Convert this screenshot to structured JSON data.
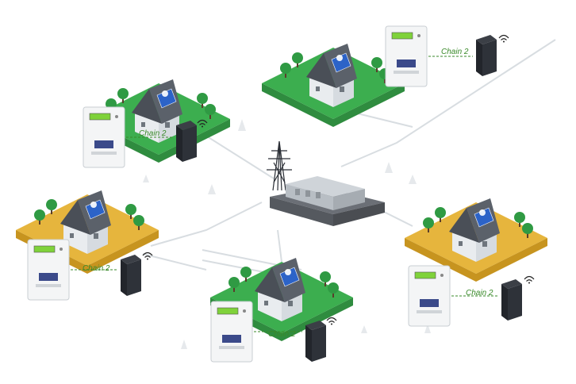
{
  "scene": {
    "colors": {
      "grass": "#3cae4f",
      "grass_dark": "#2f8c3f",
      "sand": "#e6b53d",
      "sand_dark": "#c7941f",
      "roof": "#4a4f57",
      "wall": "#e9ecef",
      "panel": "#2c63c8",
      "battery": "#22252b",
      "meter_body": "#f4f5f6",
      "meter_display": "#7fd23a",
      "road": "#d8dde1",
      "chain_text": "#3a8a2a"
    },
    "icons": [
      "house-icon",
      "solar-panel-icon",
      "smart-meter-icon",
      "battery-cabinet-icon",
      "wifi-icon",
      "transmission-tower-icon",
      "substation-icon",
      "tree-icon",
      "car-icon"
    ]
  },
  "houses": [
    {
      "id": "house-1",
      "terrain": "grass",
      "chain_label": "Chain 2"
    },
    {
      "id": "house-2",
      "terrain": "grass",
      "chain_label": "Chain 2"
    },
    {
      "id": "house-3",
      "terrain": "sand",
      "chain_label": "Chain 2"
    },
    {
      "id": "house-4",
      "terrain": "sand",
      "chain_label": "Chain 2"
    },
    {
      "id": "house-5",
      "terrain": "grass",
      "chain_label": "Chain 2"
    }
  ]
}
